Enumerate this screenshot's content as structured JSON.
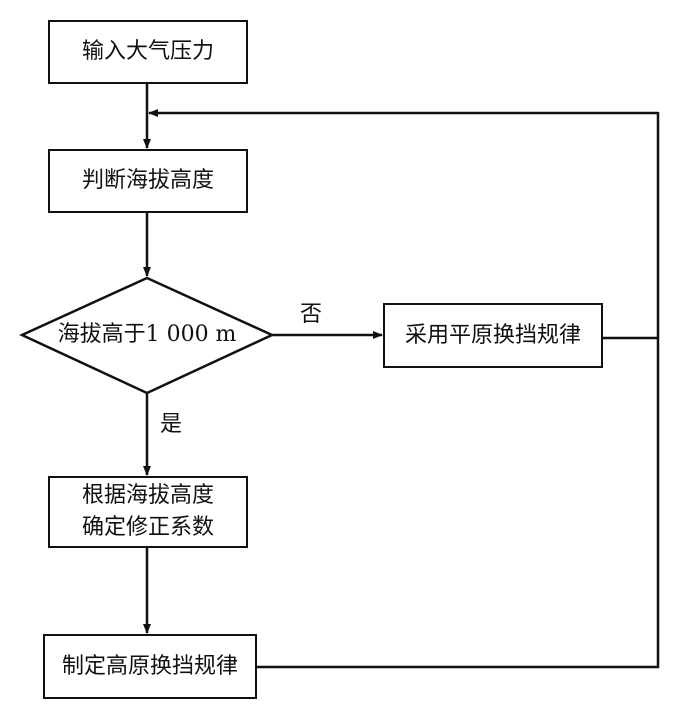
{
  "diagram": {
    "type": "flowchart",
    "line_color": "#111111",
    "nodes": {
      "input": "输入大气压力",
      "judge": "判断海拔高度",
      "decision": "海拔高于1 000 m",
      "plain": "采用平原换挡规律",
      "coef_line1": "根据海拔高度",
      "coef_line2": "确定修正系数",
      "plateau": "制定高原换挡规律"
    },
    "edge_labels": {
      "no": "否",
      "yes": "是"
    },
    "edges": [
      {
        "from": "input",
        "to": "judge"
      },
      {
        "from": "judge",
        "to": "decision"
      },
      {
        "from": "decision",
        "to": "plain",
        "label": "否"
      },
      {
        "from": "decision",
        "to": "coef",
        "label": "是"
      },
      {
        "from": "coef",
        "to": "plateau"
      },
      {
        "from": "plain",
        "to": "judge",
        "type": "feedback"
      },
      {
        "from": "plateau",
        "to": "judge",
        "type": "feedback"
      }
    ]
  }
}
